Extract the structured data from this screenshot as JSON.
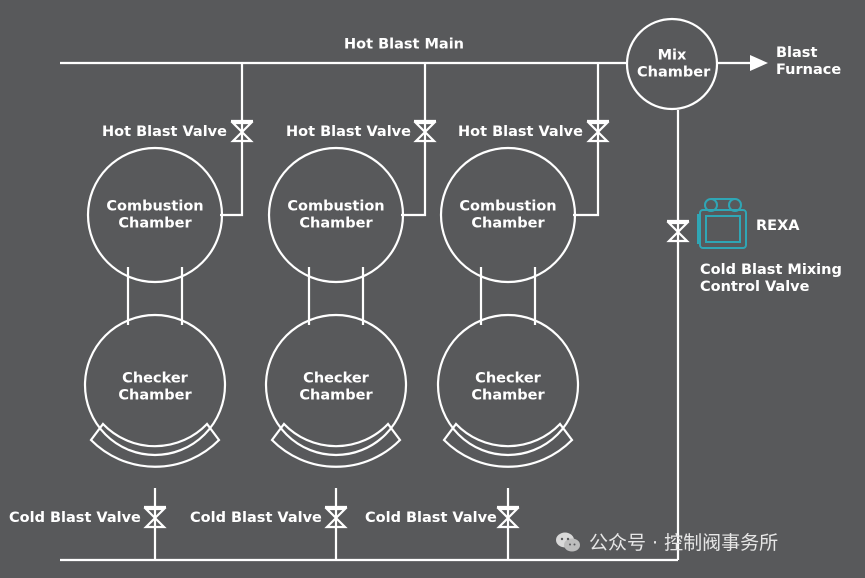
{
  "labels": {
    "hot_blast_main": "Hot Blast Main",
    "mix_chamber": "Mix Chamber",
    "blast_furnace": "Blast Furnace",
    "hot_blast_valve": "Hot Blast Valve",
    "combustion_chamber": "Combustion Chamber",
    "checker_chamber": "Checker Chamber",
    "cold_blast_valve": "Cold Blast Valve",
    "rexa": "REXA",
    "cold_blast_mixing_control_valve": "Cold Blast Mixing Control Valve"
  },
  "watermark": {
    "icon": "wechat-icon",
    "text": "公众号 · 控制阀事务所"
  },
  "colors": {
    "background": "#58595b",
    "line": "#ffffff",
    "rexa_accent": "#2fa6b5"
  }
}
